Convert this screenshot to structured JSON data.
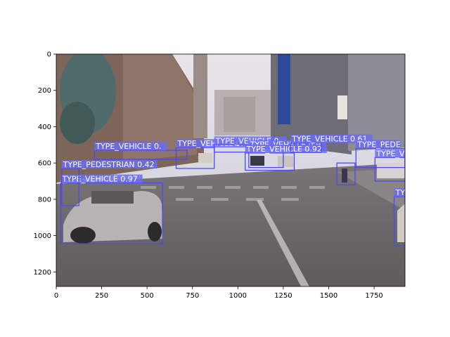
{
  "plot": {
    "xlim": [
      0,
      1920
    ],
    "ylim": [
      1280,
      0
    ],
    "x_ticks": [
      0,
      250,
      500,
      750,
      1000,
      1250,
      1500,
      1750
    ],
    "y_ticks": [
      0,
      200,
      400,
      600,
      800,
      1000,
      1200
    ],
    "image_description_colors": {
      "sky": "#d8dde6",
      "road": "#6e6a6b",
      "building_left": "#8a6f63",
      "building_right": "#7c7c88",
      "box": "#4a4af0",
      "label_bg": "#6b6bf2",
      "label_text": "#ffffff"
    }
  },
  "detections": [
    {
      "label": "TYPE_VEHICLE 0.97",
      "x0": 25,
      "y0": 710,
      "x1": 585,
      "y1": 1045
    },
    {
      "label": "TYPE_PEDESTRIAN 0.42",
      "x0": 30,
      "y0": 630,
      "x1": 125,
      "y1": 835
    },
    {
      "label": "TYPE_VEHICLE 0.",
      "x0": 210,
      "y0": 530,
      "x1": 720,
      "y1": 580
    },
    {
      "label": "TYPE_VEHICLE 0.",
      "x0": 660,
      "y0": 515,
      "x1": 870,
      "y1": 630
    },
    {
      "label": "TYPE_VEHICLE 0.",
      "x0": 870,
      "y0": 500,
      "x1": 1080,
      "y1": 540
    },
    {
      "label": "TYPE_VEHICLE 0.9",
      "x0": 1060,
      "y0": 520,
      "x1": 1250,
      "y1": 625
    },
    {
      "label": "TYPE_VEHICLE 0.92",
      "x0": 1040,
      "y0": 545,
      "x1": 1310,
      "y1": 640
    },
    {
      "label": "TYPE_VEHICLE 0.61",
      "x0": 1290,
      "y0": 490,
      "x1": 1460,
      "y1": 540
    },
    {
      "label": "TYPE_PEDE",
      "x0": 1650,
      "y0": 520,
      "x1": 1920,
      "y1": 625
    },
    {
      "label": "TYPE_V",
      "x0": 1755,
      "y0": 570,
      "x1": 1920,
      "y1": 700
    },
    {
      "label": "",
      "x0": 1545,
      "y0": 600,
      "x1": 1645,
      "y1": 720
    },
    {
      "label": "TYPE",
      "x0": 1860,
      "y0": 785,
      "x1": 1920,
      "y1": 1055
    }
  ]
}
